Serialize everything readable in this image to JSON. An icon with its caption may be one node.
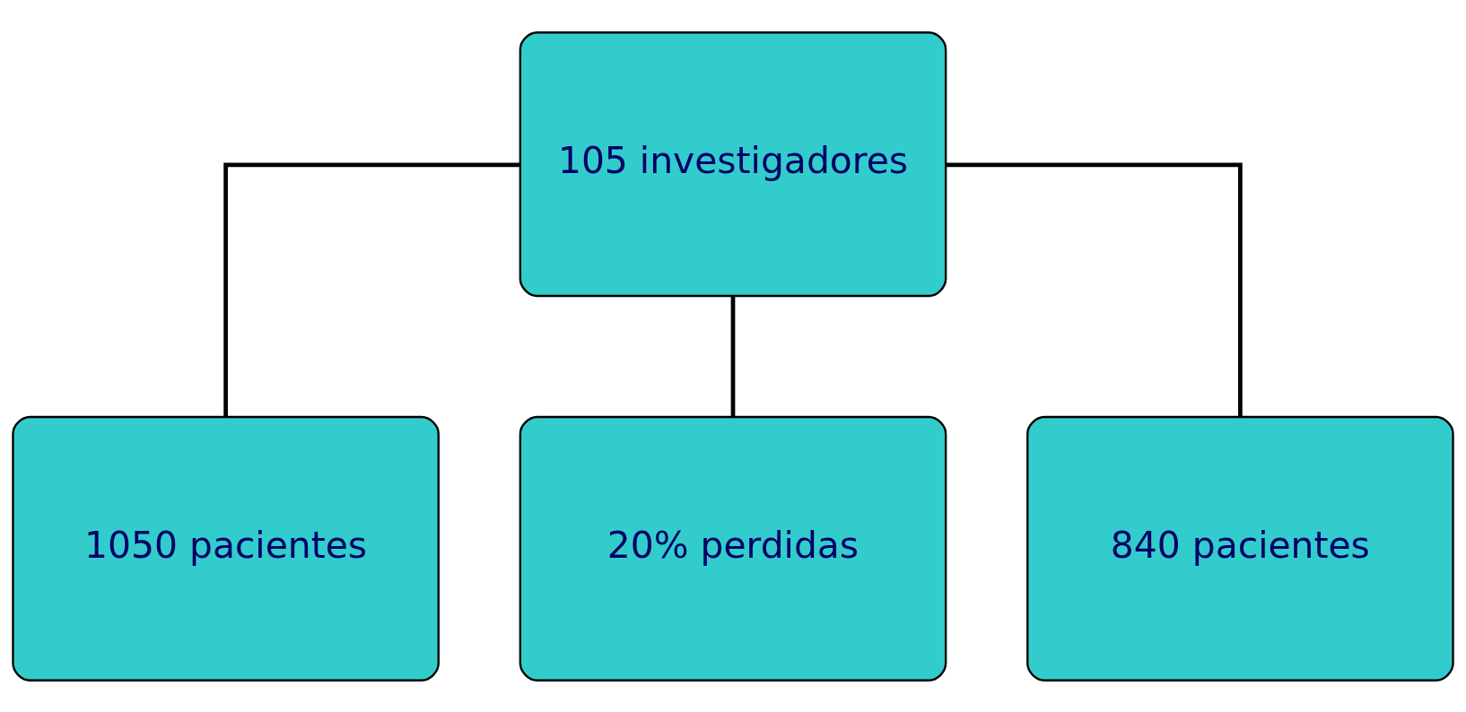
{
  "diagram": {
    "nodes": [
      {
        "text": [
          "105 investigadores"
        ]
      },
      {
        "text": [
          "1050 pacientes"
        ]
      },
      {
        "text": [
          "20% perdidas"
        ]
      },
      {
        "text": [
          "840 pacientes"
        ]
      }
    ],
    "edges": [
      {
        "from": 0,
        "to": 1,
        "arrow": "none"
      },
      {
        "from": 0,
        "to": 2,
        "arrow": "none"
      },
      {
        "from": 0,
        "to": 3,
        "arrow": "none"
      }
    ]
  }
}
